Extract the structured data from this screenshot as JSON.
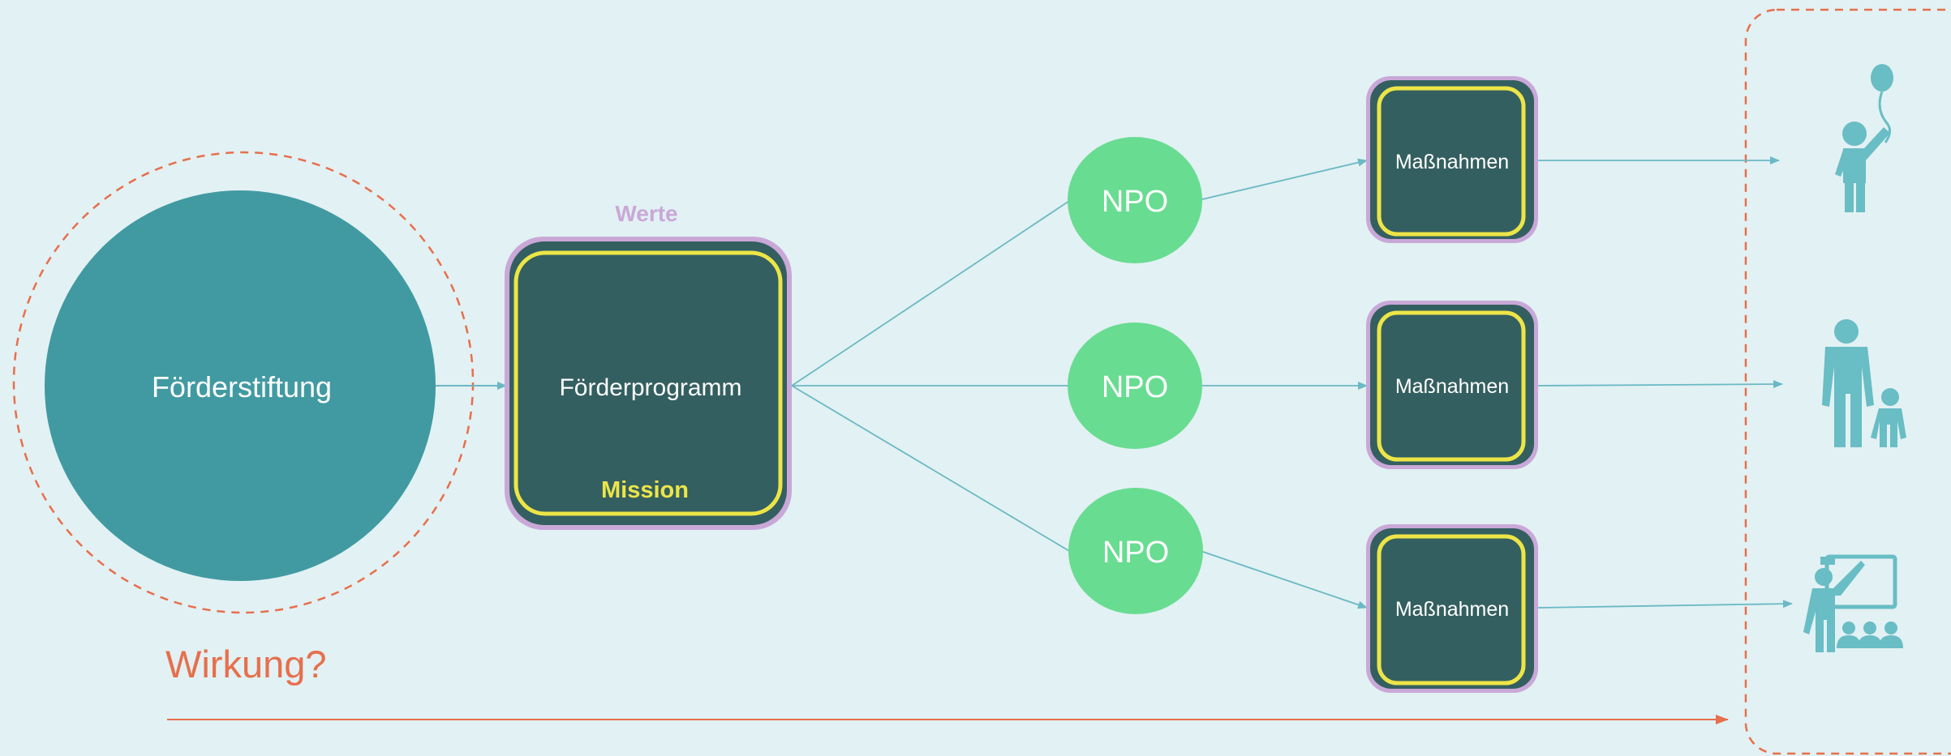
{
  "foundation": {
    "label": "Förderstiftung"
  },
  "program": {
    "label": "Förderprogramm",
    "values_label": "Werte",
    "mission_label": "Mission"
  },
  "npos": [
    {
      "label": "NPO"
    },
    {
      "label": "NPO"
    },
    {
      "label": "NPO"
    }
  ],
  "measures": [
    {
      "label": "Maßnahmen"
    },
    {
      "label": "Maßnahmen"
    },
    {
      "label": "Maßnahmen"
    }
  ],
  "beneficiaries": [
    {
      "icon": "child-with-balloon-icon"
    },
    {
      "icon": "parent-with-child-icon"
    },
    {
      "icon": "teacher-with-class-icon"
    }
  ],
  "impact": {
    "label": "Wirkung?"
  },
  "colors": {
    "background": "#e2f1f3",
    "foundation": "#419aa2",
    "program_fill": "#345f60",
    "values_border": "#c9a8d8",
    "mission_border": "#ede547",
    "npo_fill": "#68dc91",
    "connector": "#6ab9c4",
    "impact": "#e76f4d",
    "people": "#69bdc5"
  }
}
